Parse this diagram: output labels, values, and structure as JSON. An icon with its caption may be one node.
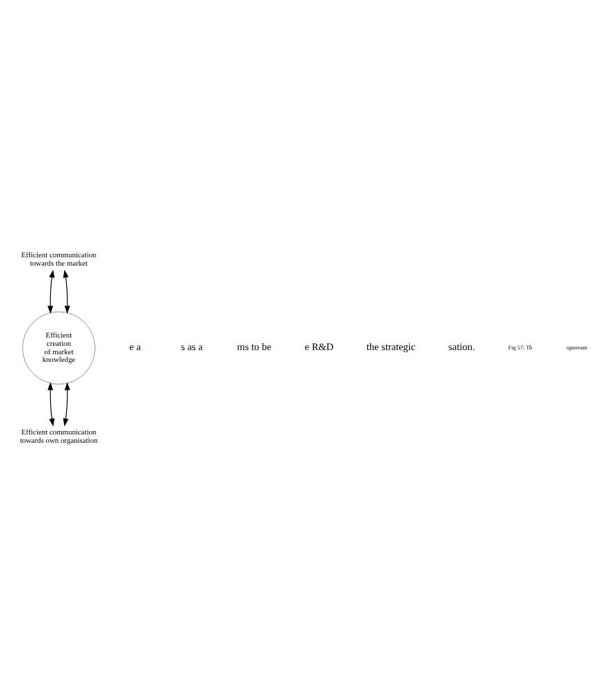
{
  "diagram": {
    "nodes": [
      {
        "text": [
          "Efficient creation of market knowledge"
        ]
      },
      {
        "text": [
          "Efficient communication towards the market"
        ]
      },
      {
        "text": [
          "Efficient communication towards own organisation"
        ]
      }
    ],
    "edges": [
      {
        "from": 0,
        "to": 1,
        "arrow": "both"
      },
      {
        "from": 0,
        "to": 1,
        "arrow": "both"
      },
      {
        "from": 0,
        "to": 2,
        "arrow": "both"
      },
      {
        "from": 0,
        "to": 2,
        "arrow": "both"
      }
    ],
    "labels": [
      "e a",
      "s as a",
      "ms to be",
      "e R&D",
      "the strategic",
      "sation.",
      "Fig 57: Th",
      "upstream"
    ]
  }
}
